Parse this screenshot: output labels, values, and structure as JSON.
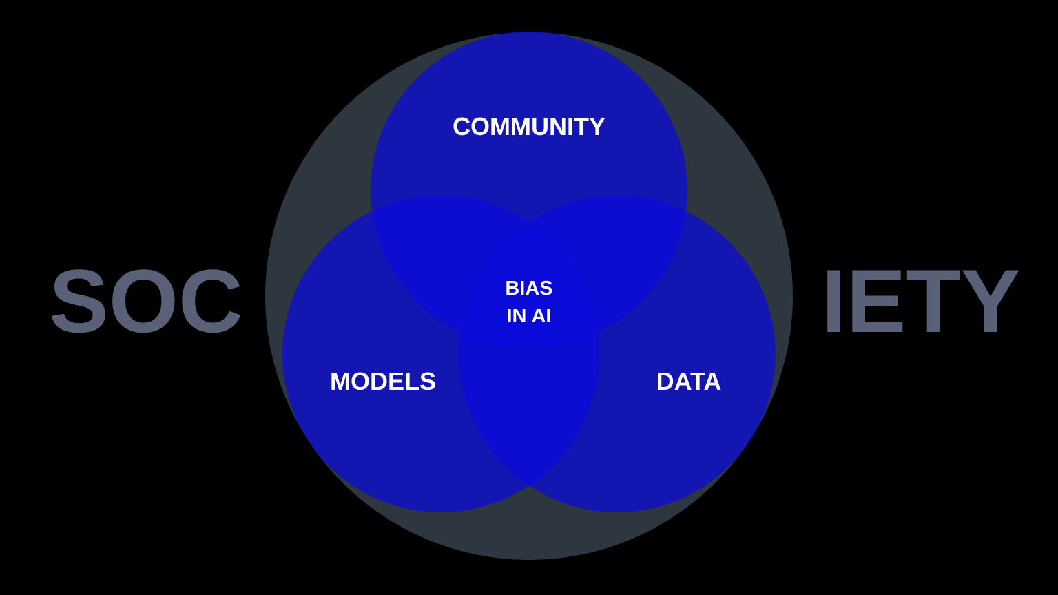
{
  "slide": {
    "word_left": "SOC",
    "word_right": "IETY",
    "colors": {
      "background": "#000000",
      "society_circle": "#2e3640",
      "society_text": "#5a6078",
      "venn_fill": "#0a0adc",
      "label_text": "#ffffff"
    }
  },
  "venn": {
    "outer_label_left": "SOC",
    "outer_label_right": "IETY",
    "circles": [
      {
        "id": "community",
        "label": "COMMUNITY"
      },
      {
        "id": "models",
        "label": "MODELS"
      },
      {
        "id": "data",
        "label": "DATA"
      }
    ],
    "intersection": {
      "line1": "BIAS",
      "line2": "IN AI"
    }
  }
}
